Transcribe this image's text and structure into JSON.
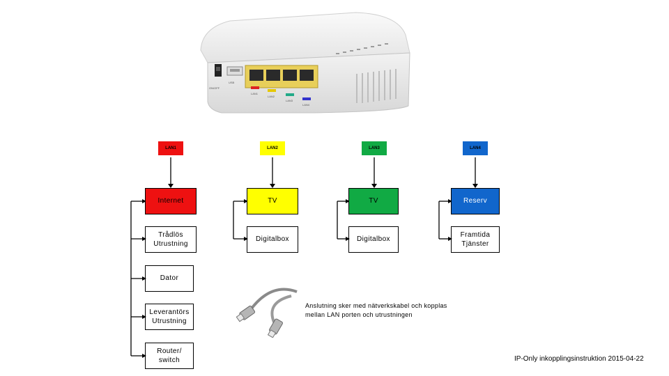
{
  "ports": [
    {
      "label": "LAN1",
      "color": "#ee1111"
    },
    {
      "label": "LAN2",
      "color": "#ffff00"
    },
    {
      "label": "LAN3",
      "color": "#11aa44"
    },
    {
      "label": "LAN4",
      "color": "#1166cc"
    }
  ],
  "devices": {
    "internet": {
      "label": "Internet",
      "color": "#ee1111"
    },
    "tv1": {
      "label": "TV",
      "color": "#ffff00"
    },
    "tv2": {
      "label": "TV",
      "color": "#11aa44"
    },
    "reserv": {
      "label": "Reserv",
      "color": "#1166cc"
    },
    "tradlos": {
      "label": "Trådlös\nUtrustning"
    },
    "digitalbox1": {
      "label": "Digitalbox"
    },
    "digitalbox2": {
      "label": "Digitalbox"
    },
    "framtida": {
      "label": "Framtida\nTjänster"
    },
    "dator": {
      "label": "Dator"
    },
    "leverantor": {
      "label": "Leverantörs\nUtrustning"
    },
    "router": {
      "label": "Router/\nswitch"
    }
  },
  "router_panel": {
    "switch_label": "ON/OFF",
    "usb_label": "USB",
    "port_labels": [
      "LAN1",
      "LAN2",
      "LAN3",
      "LAN4"
    ]
  },
  "note": "Anslutning sker med nätverkskabel och kopplas mellan LAN porten och utrustningen",
  "footer": "IP-Only inkopplingsinstruktion 2015-04-22",
  "icons": [
    "router-device",
    "network-cable"
  ]
}
